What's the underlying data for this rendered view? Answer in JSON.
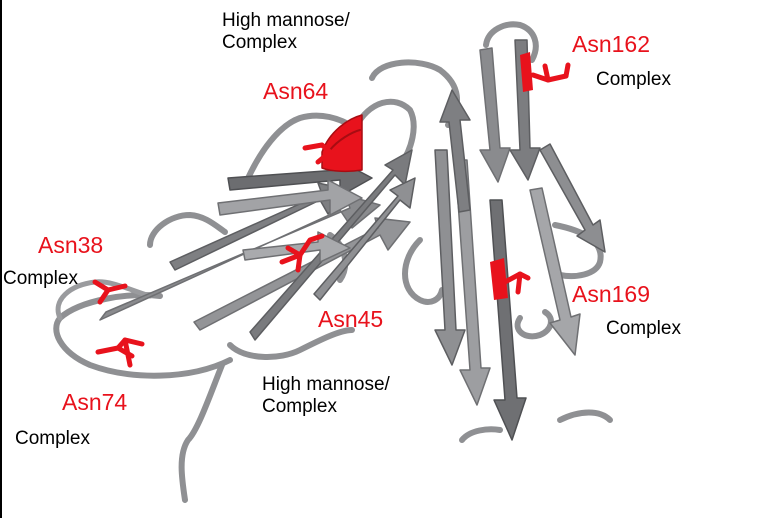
{
  "colors": {
    "ribbon": "#8f9093",
    "ribbon_dark": "#5d5e61",
    "highlight": "#e8121c",
    "text": "#000000"
  },
  "sites": [
    {
      "id": "asn64",
      "label": "Asn64",
      "glycan": "High mannose/\nComplex"
    },
    {
      "id": "asn38",
      "label": "Asn38",
      "glycan": "Complex"
    },
    {
      "id": "asn45",
      "label": "Asn45",
      "glycan": "High mannose/\nComplex"
    },
    {
      "id": "asn74",
      "label": "Asn74",
      "glycan": "Complex"
    },
    {
      "id": "asn162",
      "label": "Asn162",
      "glycan": "Complex"
    },
    {
      "id": "asn169",
      "label": "Asn169",
      "glycan": "Complex"
    }
  ]
}
